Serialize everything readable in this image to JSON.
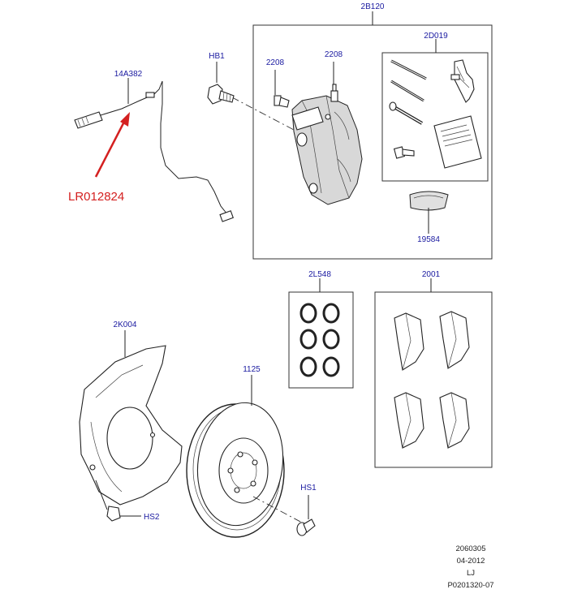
{
  "callouts": {
    "caliper_kit": "2B120",
    "pin_kit": "2D019",
    "bleed_screw_left": "2208",
    "bleed_screw_right": "2208",
    "bolt_hb1": "HB1",
    "sensor": "14A382",
    "sensor_part_number": "LR012824",
    "grease": "19584",
    "seal_kit": "2L548",
    "pad_set": "2001",
    "splash_shield": "2K004",
    "disc": "1125",
    "screw_hs1": "HS1",
    "screw_hs2": "HS2"
  },
  "footer": {
    "line1": "2060305",
    "line2": "04-2012",
    "line3": "LJ",
    "line4": "P0201320-07"
  },
  "colors": {
    "callout_text": "#1a1aa0",
    "highlight_red": "#d42020",
    "line": "#222222"
  }
}
